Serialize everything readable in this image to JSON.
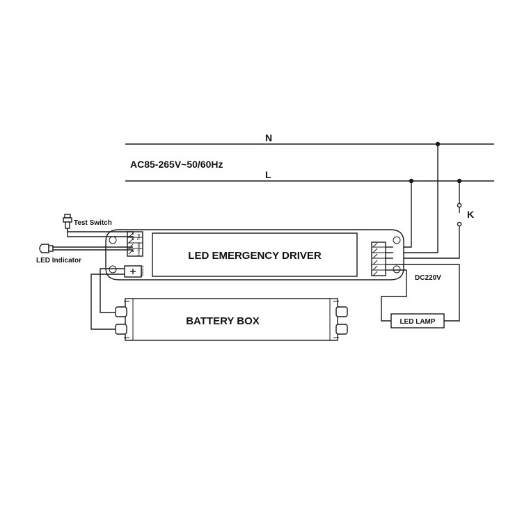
{
  "mains": {
    "neutral_label": "N",
    "line_label": "L",
    "supply_label": "AC85-265V~50/60Hz"
  },
  "driver": {
    "title": "LED EMERGENCY DRIVER",
    "left_terminal_labels": [
      "Indicator",
      "Test"
    ],
    "battery_terminal_label": "Battery"
  },
  "battery_box": {
    "title": "BATTERY BOX"
  },
  "accessories": {
    "test_switch_label": "Test Switch",
    "led_indicator_label": "LED Indicator"
  },
  "output": {
    "voltage_label": "DC220V",
    "lamp_label": "LED LAMP"
  },
  "switch": {
    "label": "K"
  },
  "colors": {
    "line": "#1a1a1a",
    "background": "#ffffff"
  }
}
